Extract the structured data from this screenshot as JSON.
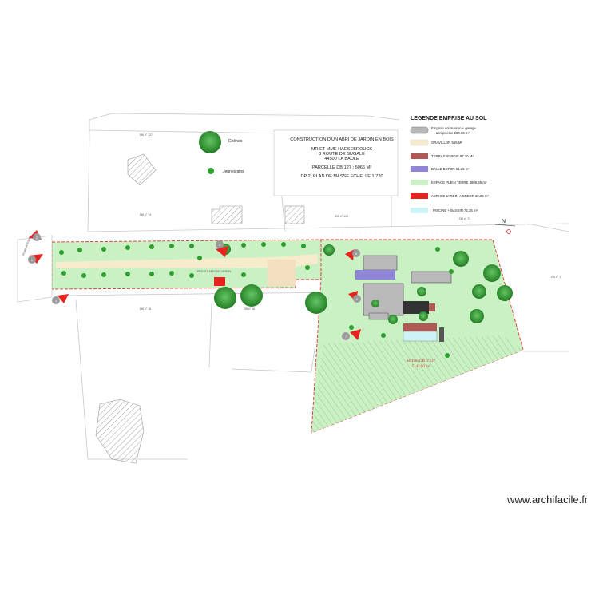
{
  "title_block": {
    "line1": "CONSTRUCTION D'UN ABRI DE JARDIN EN BOIS",
    "line2": "MR ET MME HAESEBROUCK",
    "line3": "8 ROUTE DE SUGALE",
    "line4": "44500 LA BAULE",
    "line5": "PARCELLE DB 127 : 5066 M²",
    "line6": "DP 2: PLAN DE MASSE  ECHELLE 1/720"
  },
  "legend": {
    "title": "LEGENDE EMPRISE AU SOL",
    "items": [
      {
        "label": "Emprise sol maison + garage",
        "label2": "+ abri piscine 260.65 m²",
        "color": "#b9b9b9"
      },
      {
        "label": "GRAVILLON 565 M²",
        "label2": "",
        "color": "#f6eccc"
      },
      {
        "label": "TERRASSE BOIS 97.30 M²",
        "label2": "",
        "color": "#b05a55"
      },
      {
        "label": "DALLE BETON 61.15 m²",
        "label2": "",
        "color": "#8f87d6"
      },
      {
        "label": "ESPACE PLEIN TERRE 3809.45 m²",
        "label2": "",
        "color": "#c9f1c4"
      },
      {
        "label": "ABRI DE JARDIN A CREER 19.25 m²",
        "label2": "",
        "color": "#e8231f"
      },
      {
        "label": "PISCINE + BASSIN 72.35 m²",
        "label2": "",
        "color": "#cdf3f6"
      }
    ]
  },
  "plan_labels": {
    "chenes": "Chênes",
    "jeunes_pins": "Jeunes pins",
    "projet_abri": "PROJET ABRI DE JARDIN",
    "section": "Section DB n°127",
    "section_area": "5142,90 m²",
    "road": "Route de Sugale",
    "north": "N",
    "parcel_127": "DB n° 127",
    "parcel_74": "DB n° 74",
    "parcel_124": "DB n° 124",
    "parcel_73": "DB n° 73",
    "parcel_18": "DB n° 18",
    "parcel_16": "DB n° 16",
    "parcel_1": "DB n° 1"
  },
  "photo_markers": [
    "1",
    "2",
    "3",
    "4",
    "5",
    "6",
    "7"
  ],
  "colors": {
    "green_space": "#c9f1c4",
    "gravel": "#f6eccc",
    "terrace": "#b05a55",
    "concrete": "#8f87d6",
    "pool": "#cdf3f6",
    "shed": "#e8231f",
    "house": "#b9b9b9",
    "tree": "#2e9e2e"
  },
  "watermark": "www.archifacile.fr"
}
